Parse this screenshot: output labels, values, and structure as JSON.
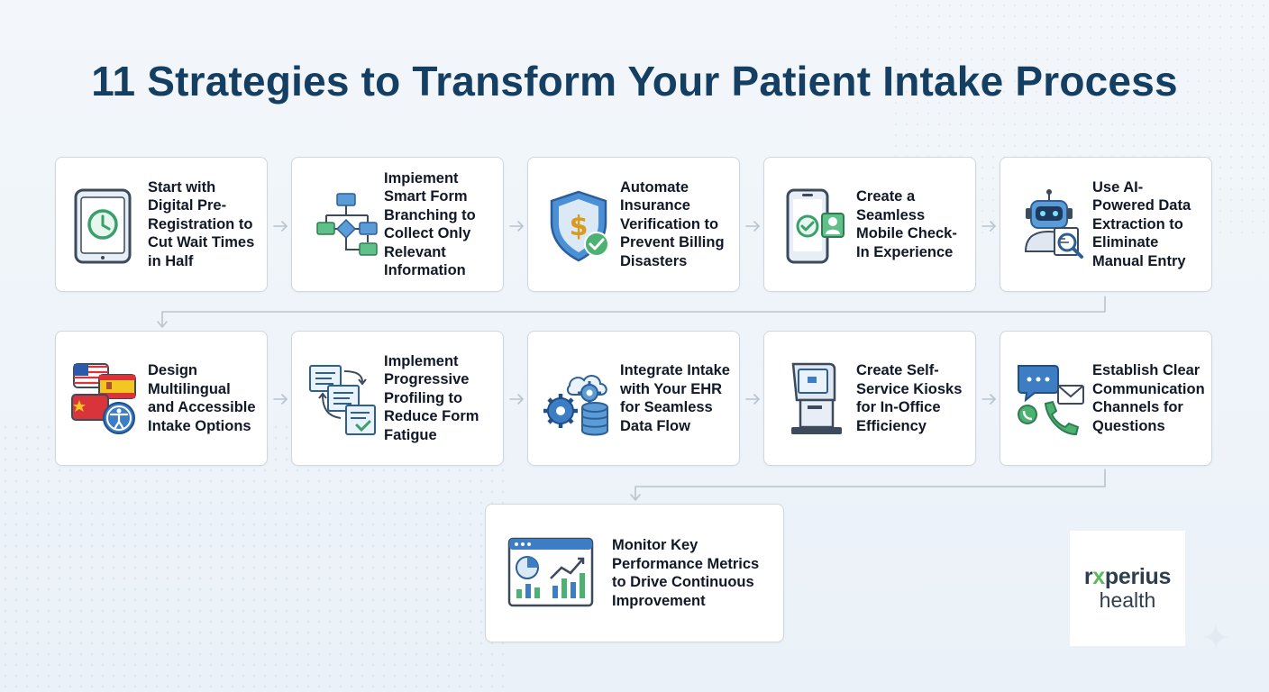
{
  "title": "11 Strategies to Transform Your Patient Intake Process",
  "steps": [
    {
      "label": "Start with Digital Pre-Registration to Cut Wait Times in Half",
      "icon": "tablet-clock-icon"
    },
    {
      "label": "Impiement Smart Form Branching to Collect Only Relevant Information",
      "icon": "flowchart-icon"
    },
    {
      "label": "Automate Insurance Verification to Prevent Billing Disasters",
      "icon": "shield-dollar-check-icon"
    },
    {
      "label": "Create a Seamless Mobile Check-In Experience",
      "icon": "mobile-checkin-icon"
    },
    {
      "label": "Use AI-Powered Data Extraction to Eliminate Manual Entry",
      "icon": "robot-document-icon"
    },
    {
      "label": "Design Multilingual and Accessible Intake Options",
      "icon": "language-accessibility-icon"
    },
    {
      "label": "Implement Progressive Profiling to Reduce Form Fatigue",
      "icon": "progressive-forms-icon"
    },
    {
      "label": "Integrate Intake with Your EHR for Seamless Data Flow",
      "icon": "cloud-gear-database-icon"
    },
    {
      "label": "Create Self-Service Kiosks for In-Office Efficiency",
      "icon": "kiosk-icon"
    },
    {
      "label": "Establish Clear Communication Channels for Questions",
      "icon": "chat-phone-email-icon"
    },
    {
      "label": "Monitor Key Performance Metrics to Drive Continuous Improvement",
      "icon": "dashboard-chart-icon"
    }
  ],
  "logo": {
    "part1": "r",
    "part2": "x",
    "part3": "perius",
    "line2": "health"
  },
  "colors": {
    "title": "#143f62",
    "icon_blue": "#3c7dc4",
    "icon_green": "#4cb272",
    "connector": "#b8c4d0"
  }
}
